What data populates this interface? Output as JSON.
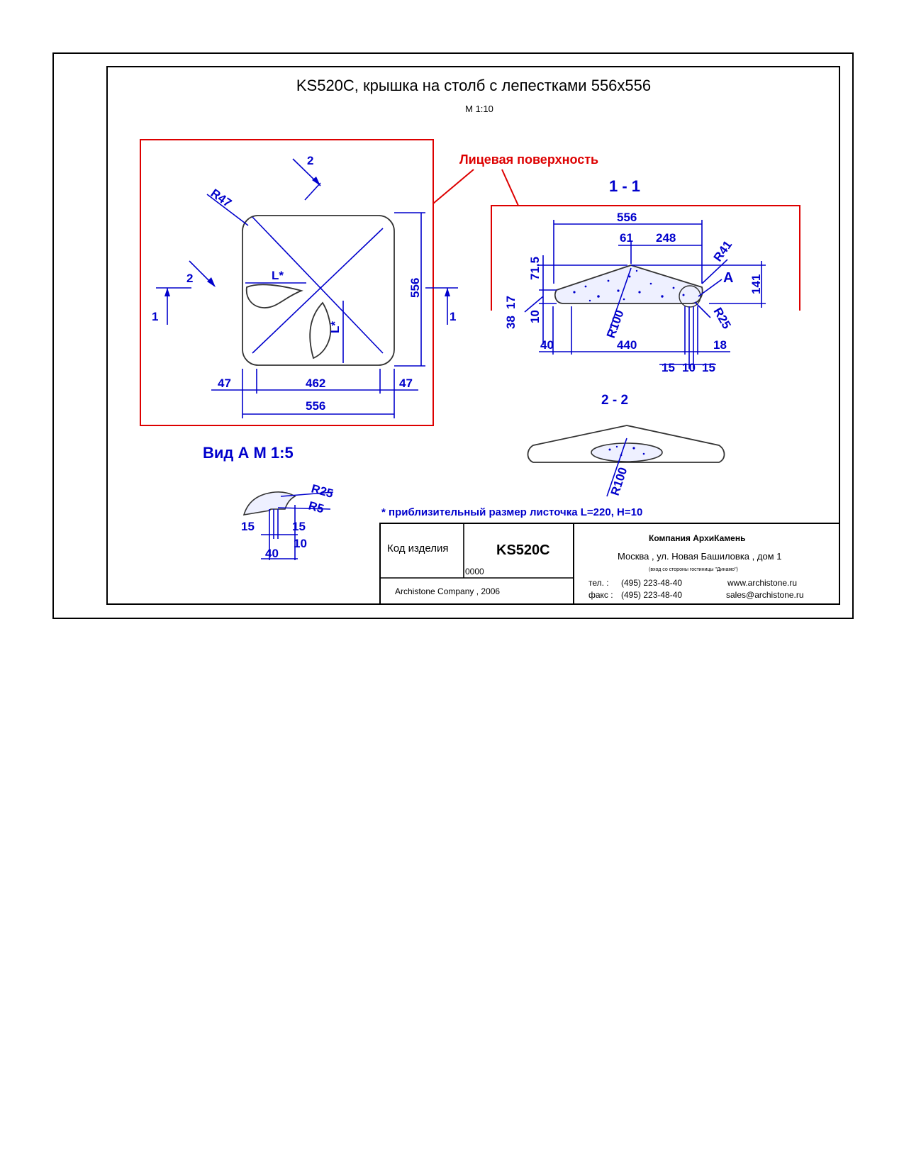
{
  "drawing": {
    "title": "KS520C, крышка на столб с лепестками 556x556",
    "scale": "M 1:10",
    "face_surface_label": "Лицевая поверхность",
    "section_1_label": "1 - 1",
    "section_2_label": "2 - 2",
    "view_a_label": "Вид А  М 1:5",
    "note": "* приблизительный размер листочка L=220, H=10"
  },
  "plan_view": {
    "cut_marks": [
      "1",
      "1",
      "2",
      "2"
    ],
    "corner_radius": "R47",
    "petal_length_label": "L*",
    "dims": {
      "total_width": "556",
      "inner_width": "462",
      "left_offset": "47",
      "right_offset": "47",
      "height": "556"
    }
  },
  "section_1": {
    "dims": [
      "556",
      "61",
      "248",
      "71.5",
      "17",
      "38",
      "10",
      "R41",
      "R100",
      "R25",
      "141",
      "40",
      "440",
      "18",
      "15",
      "10",
      "15"
    ],
    "callout": "A"
  },
  "section_2": {
    "dims": [
      "R100"
    ]
  },
  "view_a": {
    "dims": [
      "R25",
      "R5",
      "15",
      "15",
      "10",
      "40"
    ]
  },
  "title_block": {
    "code_label": "Код изделия",
    "code_value": "KS520C",
    "code_number": "0000",
    "copyright": "Archistone  Company ,  2006",
    "company_name": "Компания  АрхиКамень",
    "address": "Москва , ул. Новая Башиловка , дом 1",
    "address_note": "(вход со стороны гостиницы \"Динамо\")",
    "phone_label": "тел.   :",
    "phone": "(495) 223-48-40",
    "fax_label": "факс :",
    "fax": "(495) 223-48-40",
    "website": "www.archistone.ru",
    "email": "sales@archistone.ru"
  },
  "colors": {
    "dimension": "#0000cc",
    "face_surface": "#dd0000",
    "frame": "#000000",
    "outline": "#333333"
  }
}
